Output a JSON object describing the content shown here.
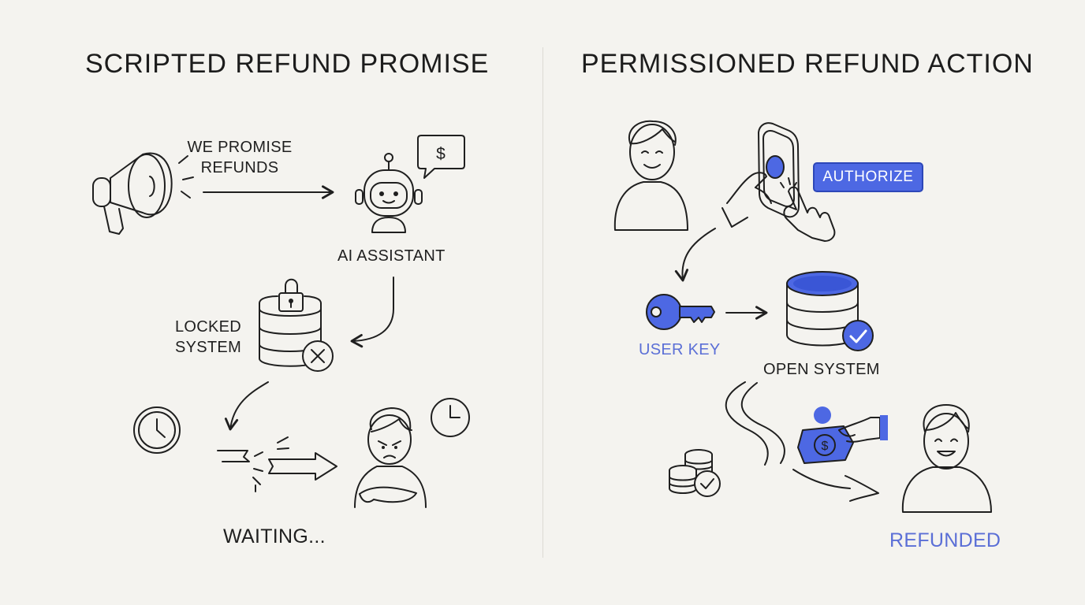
{
  "left_panel": {
    "title": "SCRIPTED REFUND PROMISE",
    "promise_line1": "WE PROMISE",
    "promise_line2": "REFUNDS",
    "ai_label": "AI ASSISTANT",
    "bubble_symbol": "$",
    "locked_line1": "LOCKED",
    "locked_line2": "SYSTEM",
    "waiting_label": "WAITING..."
  },
  "right_panel": {
    "title": "PERMISSIONED REFUND ACTION",
    "authorize_label": "AUTHORIZE",
    "user_key_label": "USER KEY",
    "open_system_label": "OPEN SYSTEM",
    "refunded_label": "REFUNDED",
    "money_symbol": "$"
  },
  "colors": {
    "accent": "#4d68e3",
    "accent_text": "#5b6fd6",
    "ink": "#1f1f1f",
    "background": "#f4f3ef"
  },
  "icons": {
    "left": [
      "megaphone-icon",
      "robot-icon",
      "speech-bubble-dollar-icon",
      "locked-database-icon",
      "clock-icon",
      "broken-arrow-icon",
      "angry-person-icon"
    ],
    "right": [
      "person-icon",
      "phone-tap-icon",
      "key-icon",
      "open-database-icon",
      "check-badge-icon",
      "curved-arrow-icon",
      "coin-stack-icon",
      "money-hand-icon",
      "happy-person-icon"
    ]
  }
}
